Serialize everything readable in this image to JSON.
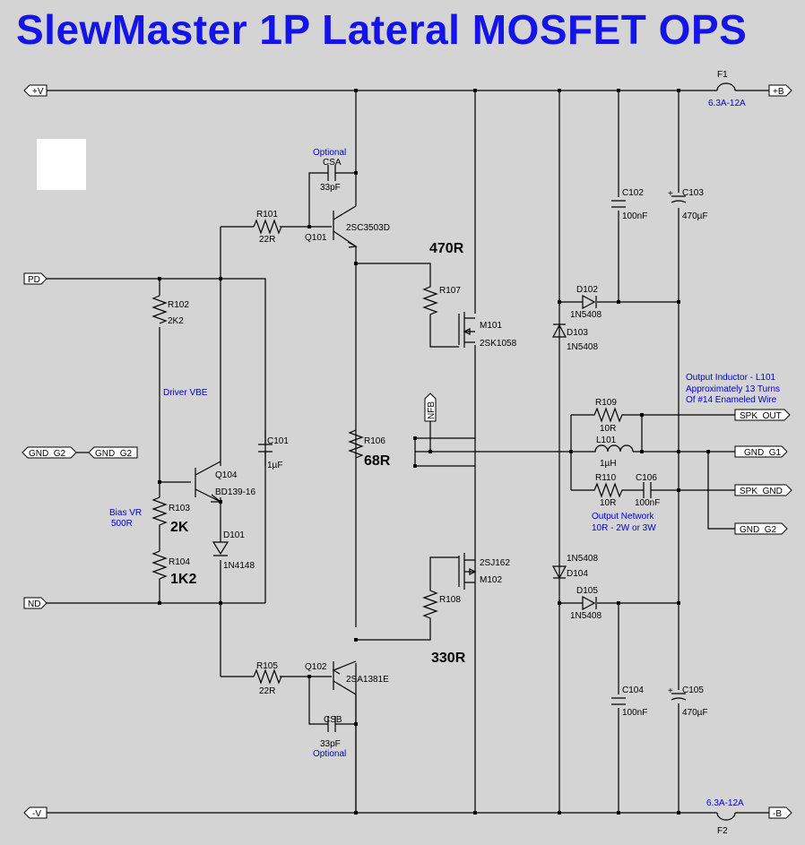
{
  "title": "SlewMaster 1P Lateral MOSFET OPS",
  "ports": {
    "vplus": "+V",
    "vminus": "-V",
    "bplus": "+B",
    "bminus": "-B",
    "pd": "PD",
    "nd": "ND",
    "gnd_g2_left_a": "GND_G2",
    "gnd_g2_left_b": "GND_G2",
    "nfb": "NFB",
    "spk_out": "SPK_OUT",
    "gnd_g1": "GND_G1",
    "spk_gnd": "SPK_GND",
    "gnd_g2_right": "GND_G2"
  },
  "fuses": {
    "f1_name": "F1",
    "f1_value": "6.3A-12A",
    "f2_name": "F2",
    "f2_value": "6.3A-12A"
  },
  "components": {
    "r101": {
      "name": "R101",
      "value": "22R"
    },
    "r105": {
      "name": "R105",
      "value": "22R"
    },
    "r102": {
      "name": "R102",
      "value": "2K2"
    },
    "r103": {
      "name": "R103",
      "value": "2K"
    },
    "r104": {
      "name": "R104",
      "value": "1K2"
    },
    "r106": {
      "name": "R106",
      "value": "68R"
    },
    "r107": {
      "name": "R107",
      "value": "470R"
    },
    "r108": {
      "name": "R108",
      "value": "330R"
    },
    "r109": {
      "name": "R109",
      "value": "10R"
    },
    "r110": {
      "name": "R110",
      "value": "10R"
    },
    "q101": {
      "name": "Q101",
      "value": "2SC3503D"
    },
    "q102": {
      "name": "Q102",
      "value": "2SA1381E"
    },
    "q104": {
      "name": "Q104",
      "value": "BD139-16"
    },
    "m101": {
      "name": "M101",
      "value": "2SK1058"
    },
    "m102": {
      "name": "M102",
      "value": "2SJ162"
    },
    "csa": {
      "name": "CSA",
      "value": "33pF",
      "note": "Optional"
    },
    "csb": {
      "name": "CSB",
      "value": "33pF",
      "note": "Optional"
    },
    "c101": {
      "name": "C101",
      "value": "1µF"
    },
    "c102": {
      "name": "C102",
      "value": "100nF"
    },
    "c103": {
      "name": "C103",
      "value": "470µF"
    },
    "c104": {
      "name": "C104",
      "value": "100nF"
    },
    "c105": {
      "name": "C105",
      "value": "470µF"
    },
    "c106": {
      "name": "C106",
      "value": "100nF"
    },
    "d101": {
      "name": "D101",
      "value": "1N4148"
    },
    "d102": {
      "name": "D102",
      "value": "1N5408"
    },
    "d103": {
      "name": "D103",
      "value": "1N5408"
    },
    "d104": {
      "name": "D104",
      "value": "1N5408"
    },
    "d105": {
      "name": "D105",
      "value": "1N5408"
    },
    "l101": {
      "name": "L101",
      "value": "1µH"
    }
  },
  "notes": {
    "driver_vbe": "Driver VBE",
    "bias_vr_1": "Bias VR",
    "bias_vr_2": "500R",
    "inductor_1": "Output Inductor - L101",
    "inductor_2": "Approximately 13 Turns",
    "inductor_3": "Of #14 Enameled Wire",
    "network_1": "Output Network",
    "network_2": "10R - 2W or 3W"
  }
}
